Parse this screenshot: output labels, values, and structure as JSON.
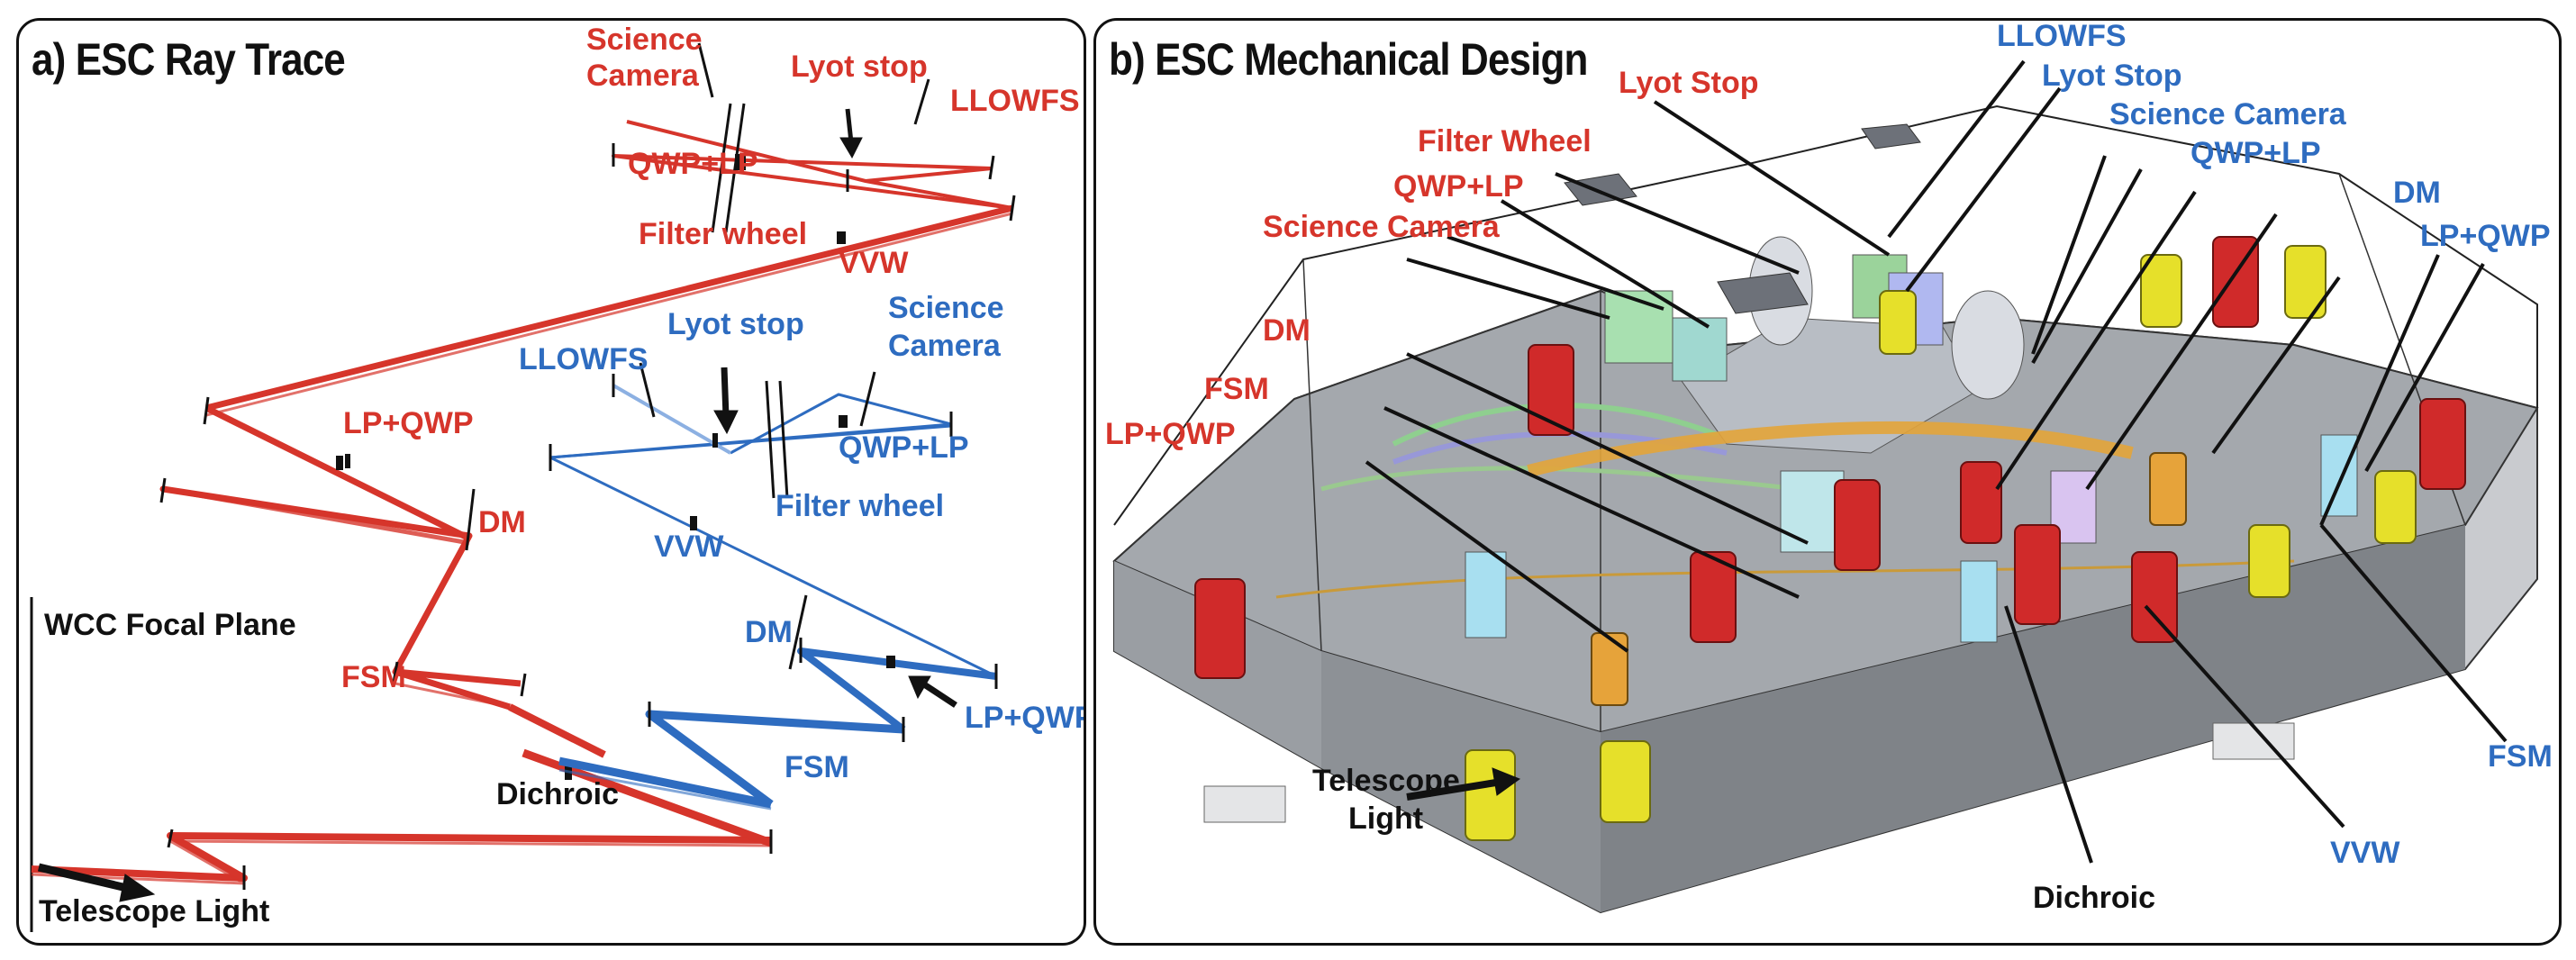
{
  "colors": {
    "red": "#d6352b",
    "blue": "#2e6cc0",
    "black": "#111111",
    "light_blue": "#8cb0e2"
  },
  "panel_a": {
    "title": "a) ESC Ray Trace",
    "red_labels": {
      "science_camera_line1": "Science",
      "science_camera_line2": "Camera",
      "lyot_stop": "Lyot stop",
      "llowfs": "LLOWFS",
      "qwp_lp": "QWP+LP",
      "filter_wheel": "Filter wheel",
      "vvw": "VVW",
      "lp_qwp": "LP+QWP",
      "dm": "DM",
      "fsm": "FSM"
    },
    "blue_labels": {
      "llowfs": "LLOWFS",
      "lyot_stop": "Lyot stop",
      "science_camera_line1": "Science",
      "science_camera_line2": "Camera",
      "qwp_lp": "QWP+LP",
      "filter_wheel": "Filter wheel",
      "vvw": "VVW",
      "dm": "DM",
      "lp_qwp": "LP+QWP",
      "fsm": "FSM"
    },
    "black_labels": {
      "wcc_focal_plane": "WCC Focal Plane",
      "dichroic": "Dichroic",
      "telescope_light": "Telescope Light"
    }
  },
  "panel_b": {
    "title": "b) ESC Mechanical Design",
    "red_labels": {
      "lyot_stop": "Lyot Stop",
      "filter_wheel": "Filter Wheel",
      "qwp_lp": "QWP+LP",
      "science_camera": "Science Camera",
      "dm": "DM",
      "fsm": "FSM",
      "lp_qwp": "LP+QWP"
    },
    "blue_labels": {
      "llowfs": "LLOWFS",
      "lyot_stop": "Lyot Stop",
      "science_camera": "Science Camera",
      "qwp_lp": "QWP+LP",
      "dm": "DM",
      "lp_qwp": "LP+QWP",
      "fsm": "FSM",
      "vvw": "VVW"
    },
    "black_labels": {
      "telescope_line1": "Telescope",
      "telescope_line2": "Light",
      "dichroic": "Dichroic"
    }
  }
}
